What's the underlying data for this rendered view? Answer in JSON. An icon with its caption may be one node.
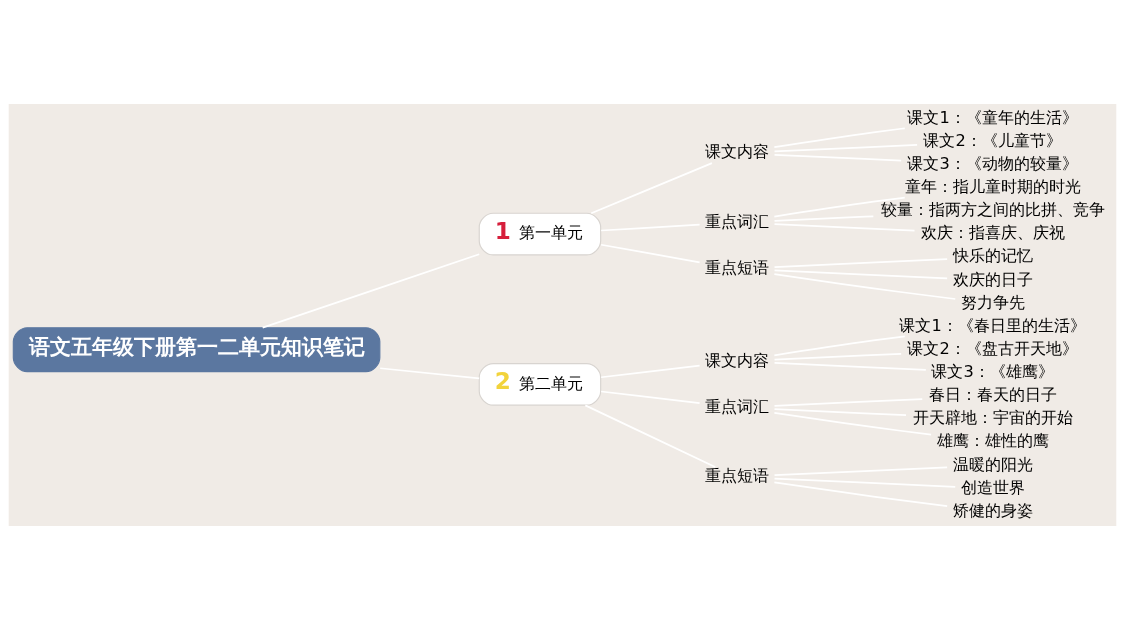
{
  "diagram": {
    "nodes": [
      {
        "text": [
          "语文五年级下册第一二单元知识笔记"
        ]
      },
      {
        "text": [
          "1",
          "第一单元"
        ]
      },
      {
        "text": [
          "课文内容"
        ]
      },
      {
        "text": [
          "课文1：《童年的生活》"
        ]
      },
      {
        "text": [
          "课文2：《儿童节》"
        ]
      },
      {
        "text": [
          "课文3：《动物的较量》"
        ]
      },
      {
        "text": [
          "重点词汇"
        ]
      },
      {
        "text": [
          "童年：指儿童时期的时光"
        ]
      },
      {
        "text": [
          "较量：指两方之间的比拼、竞争"
        ]
      },
      {
        "text": [
          "欢庆：指喜庆、庆祝"
        ]
      },
      {
        "text": [
          "重点短语"
        ]
      },
      {
        "text": [
          "快乐的记忆"
        ]
      },
      {
        "text": [
          "欢庆的日子"
        ]
      },
      {
        "text": [
          "努力争先"
        ]
      },
      {
        "text": [
          "2",
          "第二单元"
        ]
      },
      {
        "text": [
          "课文内容"
        ]
      },
      {
        "text": [
          "课文1：《春日里的生活》"
        ]
      },
      {
        "text": [
          "课文2：《盘古开天地》"
        ]
      },
      {
        "text": [
          "课文3：《雄鹰》"
        ]
      },
      {
        "text": [
          "重点词汇"
        ]
      },
      {
        "text": [
          "春日：春天的日子"
        ]
      },
      {
        "text": [
          "开天辟地：宇宙的开始"
        ]
      },
      {
        "text": [
          "雄鹰：雄性的鹰"
        ]
      },
      {
        "text": [
          "重点短语"
        ]
      },
      {
        "text": [
          "温暖的阳光"
        ]
      },
      {
        "text": [
          "创造世界"
        ]
      },
      {
        "text": [
          "矫健的身姿"
        ]
      }
    ],
    "edges": [
      {
        "from": 0,
        "to": 1,
        "arrow": "none"
      },
      {
        "from": 1,
        "to": 2,
        "arrow": "none"
      },
      {
        "from": 2,
        "to": 3,
        "arrow": "none"
      },
      {
        "from": 2,
        "to": 4,
        "arrow": "none"
      },
      {
        "from": 2,
        "to": 5,
        "arrow": "none"
      },
      {
        "from": 1,
        "to": 6,
        "arrow": "none"
      },
      {
        "from": 6,
        "to": 7,
        "arrow": "none"
      },
      {
        "from": 6,
        "to": 8,
        "arrow": "none"
      },
      {
        "from": 6,
        "to": 9,
        "arrow": "none"
      },
      {
        "from": 1,
        "to": 10,
        "arrow": "none"
      },
      {
        "from": 10,
        "to": 11,
        "arrow": "none"
      },
      {
        "from": 10,
        "to": 12,
        "arrow": "none"
      },
      {
        "from": 10,
        "to": 13,
        "arrow": "none"
      },
      {
        "from": 0,
        "to": 14,
        "arrow": "none"
      },
      {
        "from": 14,
        "to": 15,
        "arrow": "none"
      },
      {
        "from": 15,
        "to": 16,
        "arrow": "none"
      },
      {
        "from": 15,
        "to": 17,
        "arrow": "none"
      },
      {
        "from": 15,
        "to": 18,
        "arrow": "none"
      },
      {
        "from": 14,
        "to": 19,
        "arrow": "none"
      },
      {
        "from": 19,
        "to": 20,
        "arrow": "none"
      },
      {
        "from": 19,
        "to": 21,
        "arrow": "none"
      },
      {
        "from": 19,
        "to": 22,
        "arrow": "none"
      },
      {
        "from": 14,
        "to": 23,
        "arrow": "none"
      },
      {
        "from": 23,
        "to": 24,
        "arrow": "none"
      },
      {
        "from": 23,
        "to": 25,
        "arrow": "none"
      },
      {
        "from": 23,
        "to": 26,
        "arrow": "none"
      }
    ]
  }
}
